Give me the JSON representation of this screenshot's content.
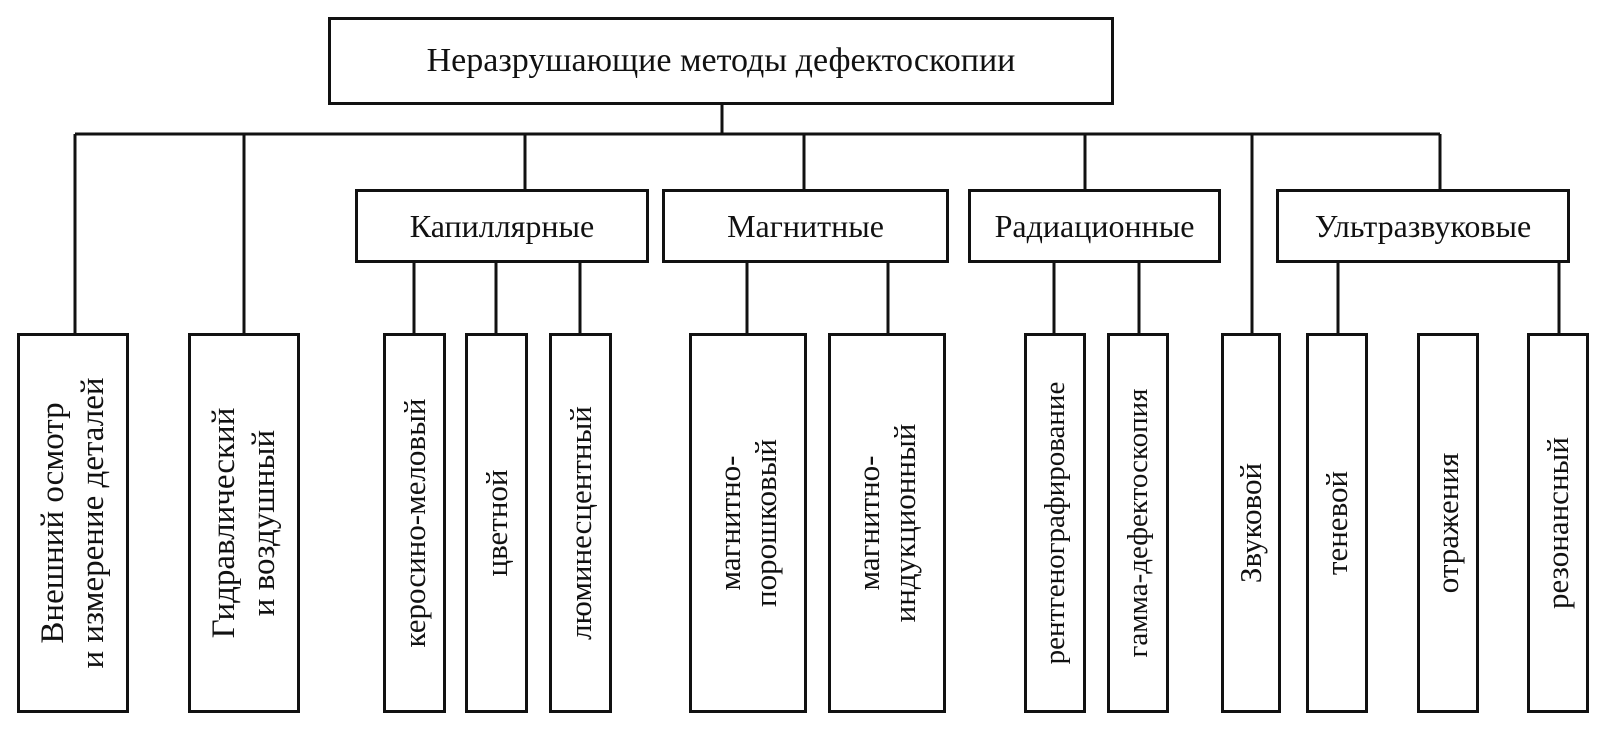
{
  "root": {
    "label": "Неразрушающие методы дефектоскопии"
  },
  "groups": {
    "capillary": {
      "label": "Капиллярные"
    },
    "magnetic": {
      "label": "Магнитные"
    },
    "radiation": {
      "label": "Радиационные"
    },
    "ultrasonic": {
      "label": "Ультразвуковые"
    }
  },
  "leaves": {
    "visual": {
      "line1": "Внешний осмотр",
      "line2": "и измерение деталей"
    },
    "hydraulic": {
      "line1": "Гидравлический",
      "line2": "и воздушный"
    },
    "kerosene": {
      "line1": "керосино-меловый"
    },
    "color": {
      "line1": "цветной"
    },
    "luminescent": {
      "line1": "люминесцентный"
    },
    "magnetic_powder": {
      "line1": "магнитно-",
      "line2": "порошковый"
    },
    "magnetic_induction": {
      "line1": "магнитно-",
      "line2": "индукционный"
    },
    "xray": {
      "line1": "рентгенографирование"
    },
    "gamma": {
      "line1": "гамма-дефектоскопия"
    },
    "sound": {
      "line1": "Звуковой"
    },
    "shadow": {
      "line1": "теневой"
    },
    "reflection": {
      "line1": "отражения"
    },
    "resonance": {
      "line1": "резонансный"
    }
  },
  "colors": {
    "stroke": "#111111",
    "background": "#ffffff"
  }
}
